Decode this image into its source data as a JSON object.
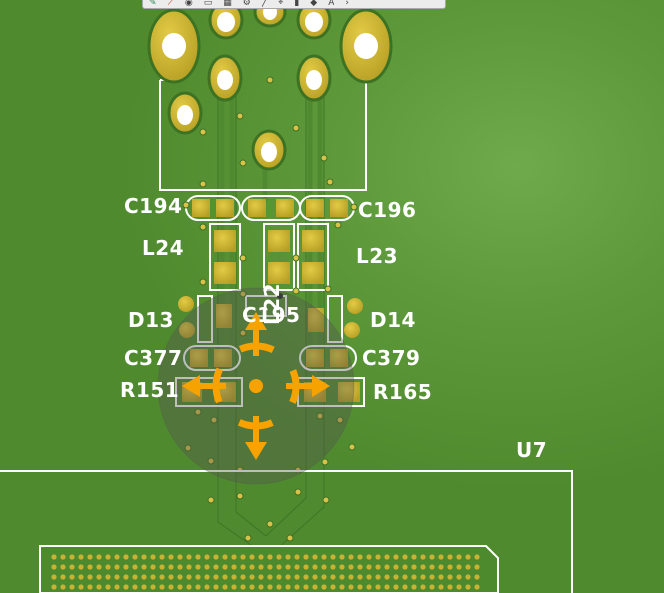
{
  "designators": {
    "c194": "C194",
    "c196": "C196",
    "l24": "L24",
    "l23": "L23",
    "d13": "D13",
    "d14": "D14",
    "c195": "C195",
    "c377": "C377",
    "c379": "C379",
    "r151": "R151",
    "r165": "R165",
    "u7": "U7",
    "l22_partial": "L22"
  },
  "toolbar": {
    "tools": [
      {
        "icon": "route-icon",
        "glyph": "✎"
      },
      {
        "icon": "interactive-route-icon",
        "glyph": "⟋"
      },
      {
        "icon": "via-icon",
        "glyph": "◉"
      },
      {
        "icon": "select-rect-icon",
        "glyph": "▭"
      },
      {
        "icon": "align-icon",
        "glyph": "▦"
      },
      {
        "icon": "component-icon",
        "glyph": "⚙"
      },
      {
        "icon": "line-icon",
        "glyph": "╱"
      },
      {
        "icon": "measure-icon",
        "glyph": "⌖"
      },
      {
        "icon": "polygon-icon",
        "glyph": "▮"
      },
      {
        "icon": "fill-icon",
        "glyph": "◆"
      },
      {
        "icon": "text-icon",
        "glyph": "A"
      },
      {
        "icon": "more-icon",
        "glyph": "›"
      }
    ],
    "text_tool_label": "A"
  },
  "colors": {
    "board": "#5e9a3b",
    "copper_trace": "#57913a",
    "pad": "#c9b233",
    "silkscreen": "#ffffff",
    "move_gizmo": "#f6a200"
  }
}
